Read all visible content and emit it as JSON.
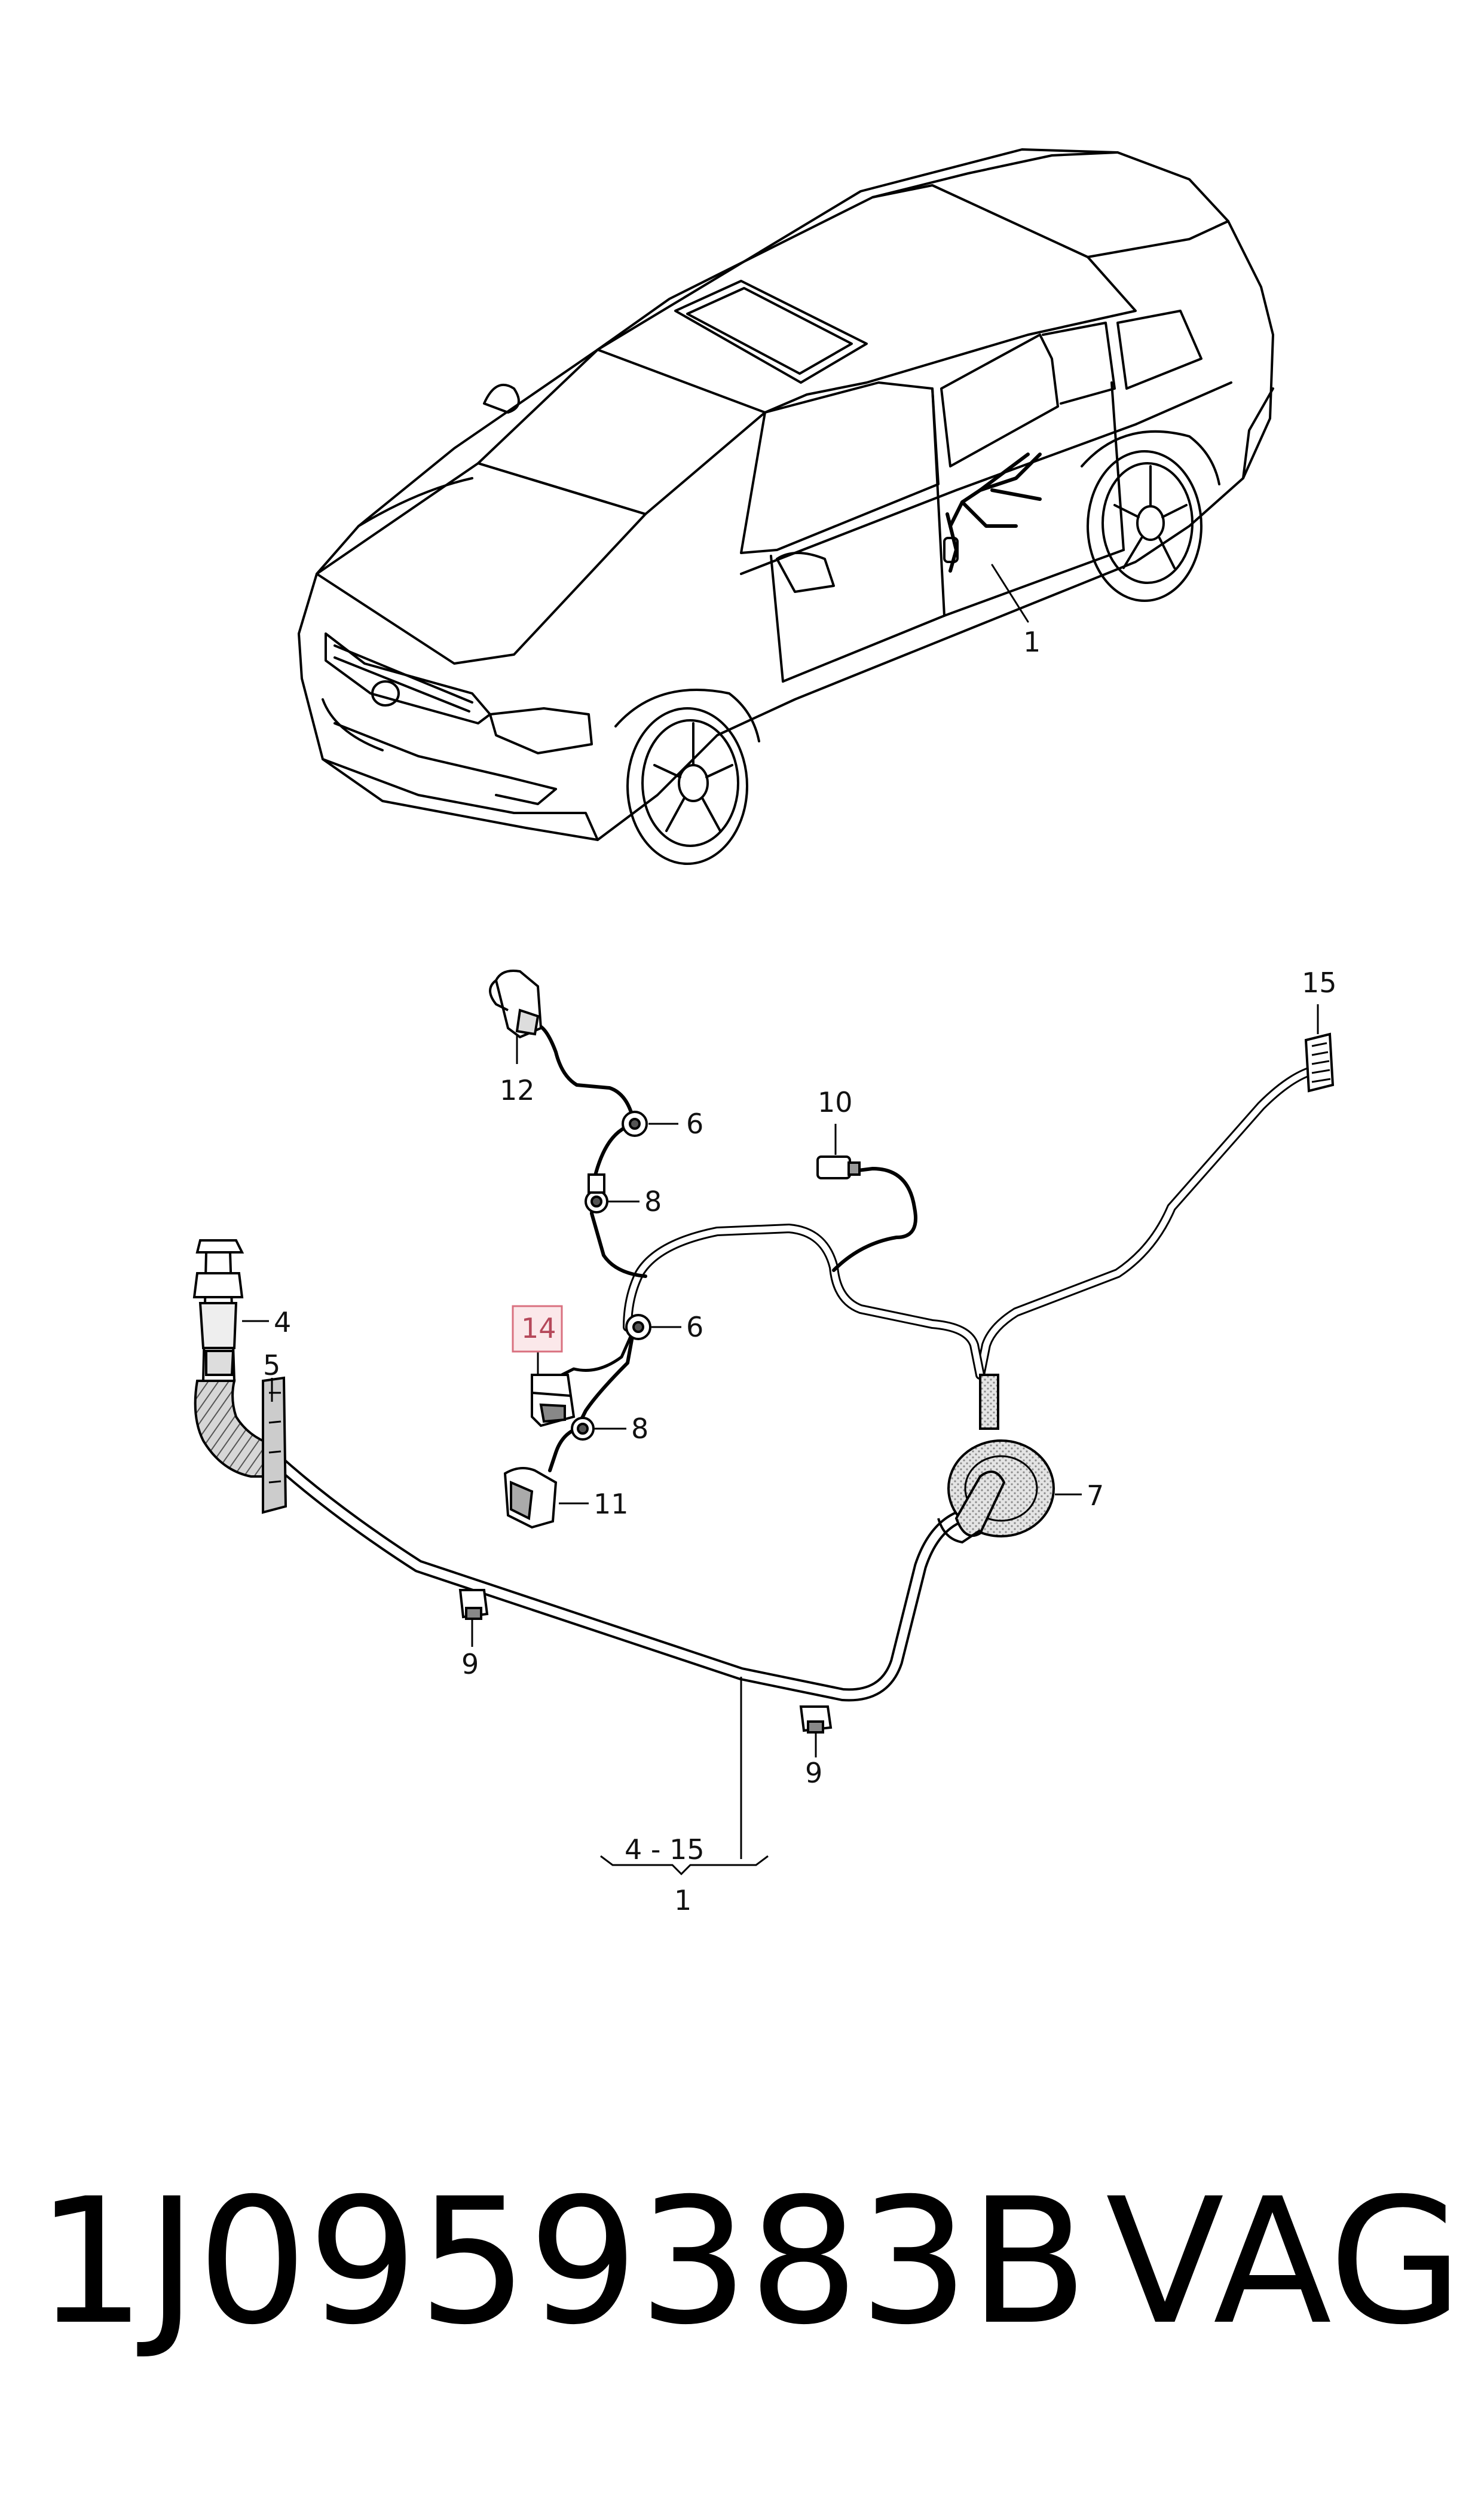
{
  "diagram": {
    "car_callout": "1",
    "callouts": {
      "c4": "4",
      "c5": "5",
      "c6a": "6",
      "c6b": "6",
      "c7": "7",
      "c8a": "8",
      "c8b": "8",
      "c9a": "9",
      "c9b": "9",
      "c10": "10",
      "c11": "11",
      "c12": "12",
      "c14": "14",
      "c15": "15"
    },
    "range_label": "4 - 15",
    "range_total": "1",
    "highlighted_item": "14",
    "highlight_color": "#d9707f"
  },
  "footer": {
    "part_number": "1J0959383B",
    "brand": "VAG"
  }
}
